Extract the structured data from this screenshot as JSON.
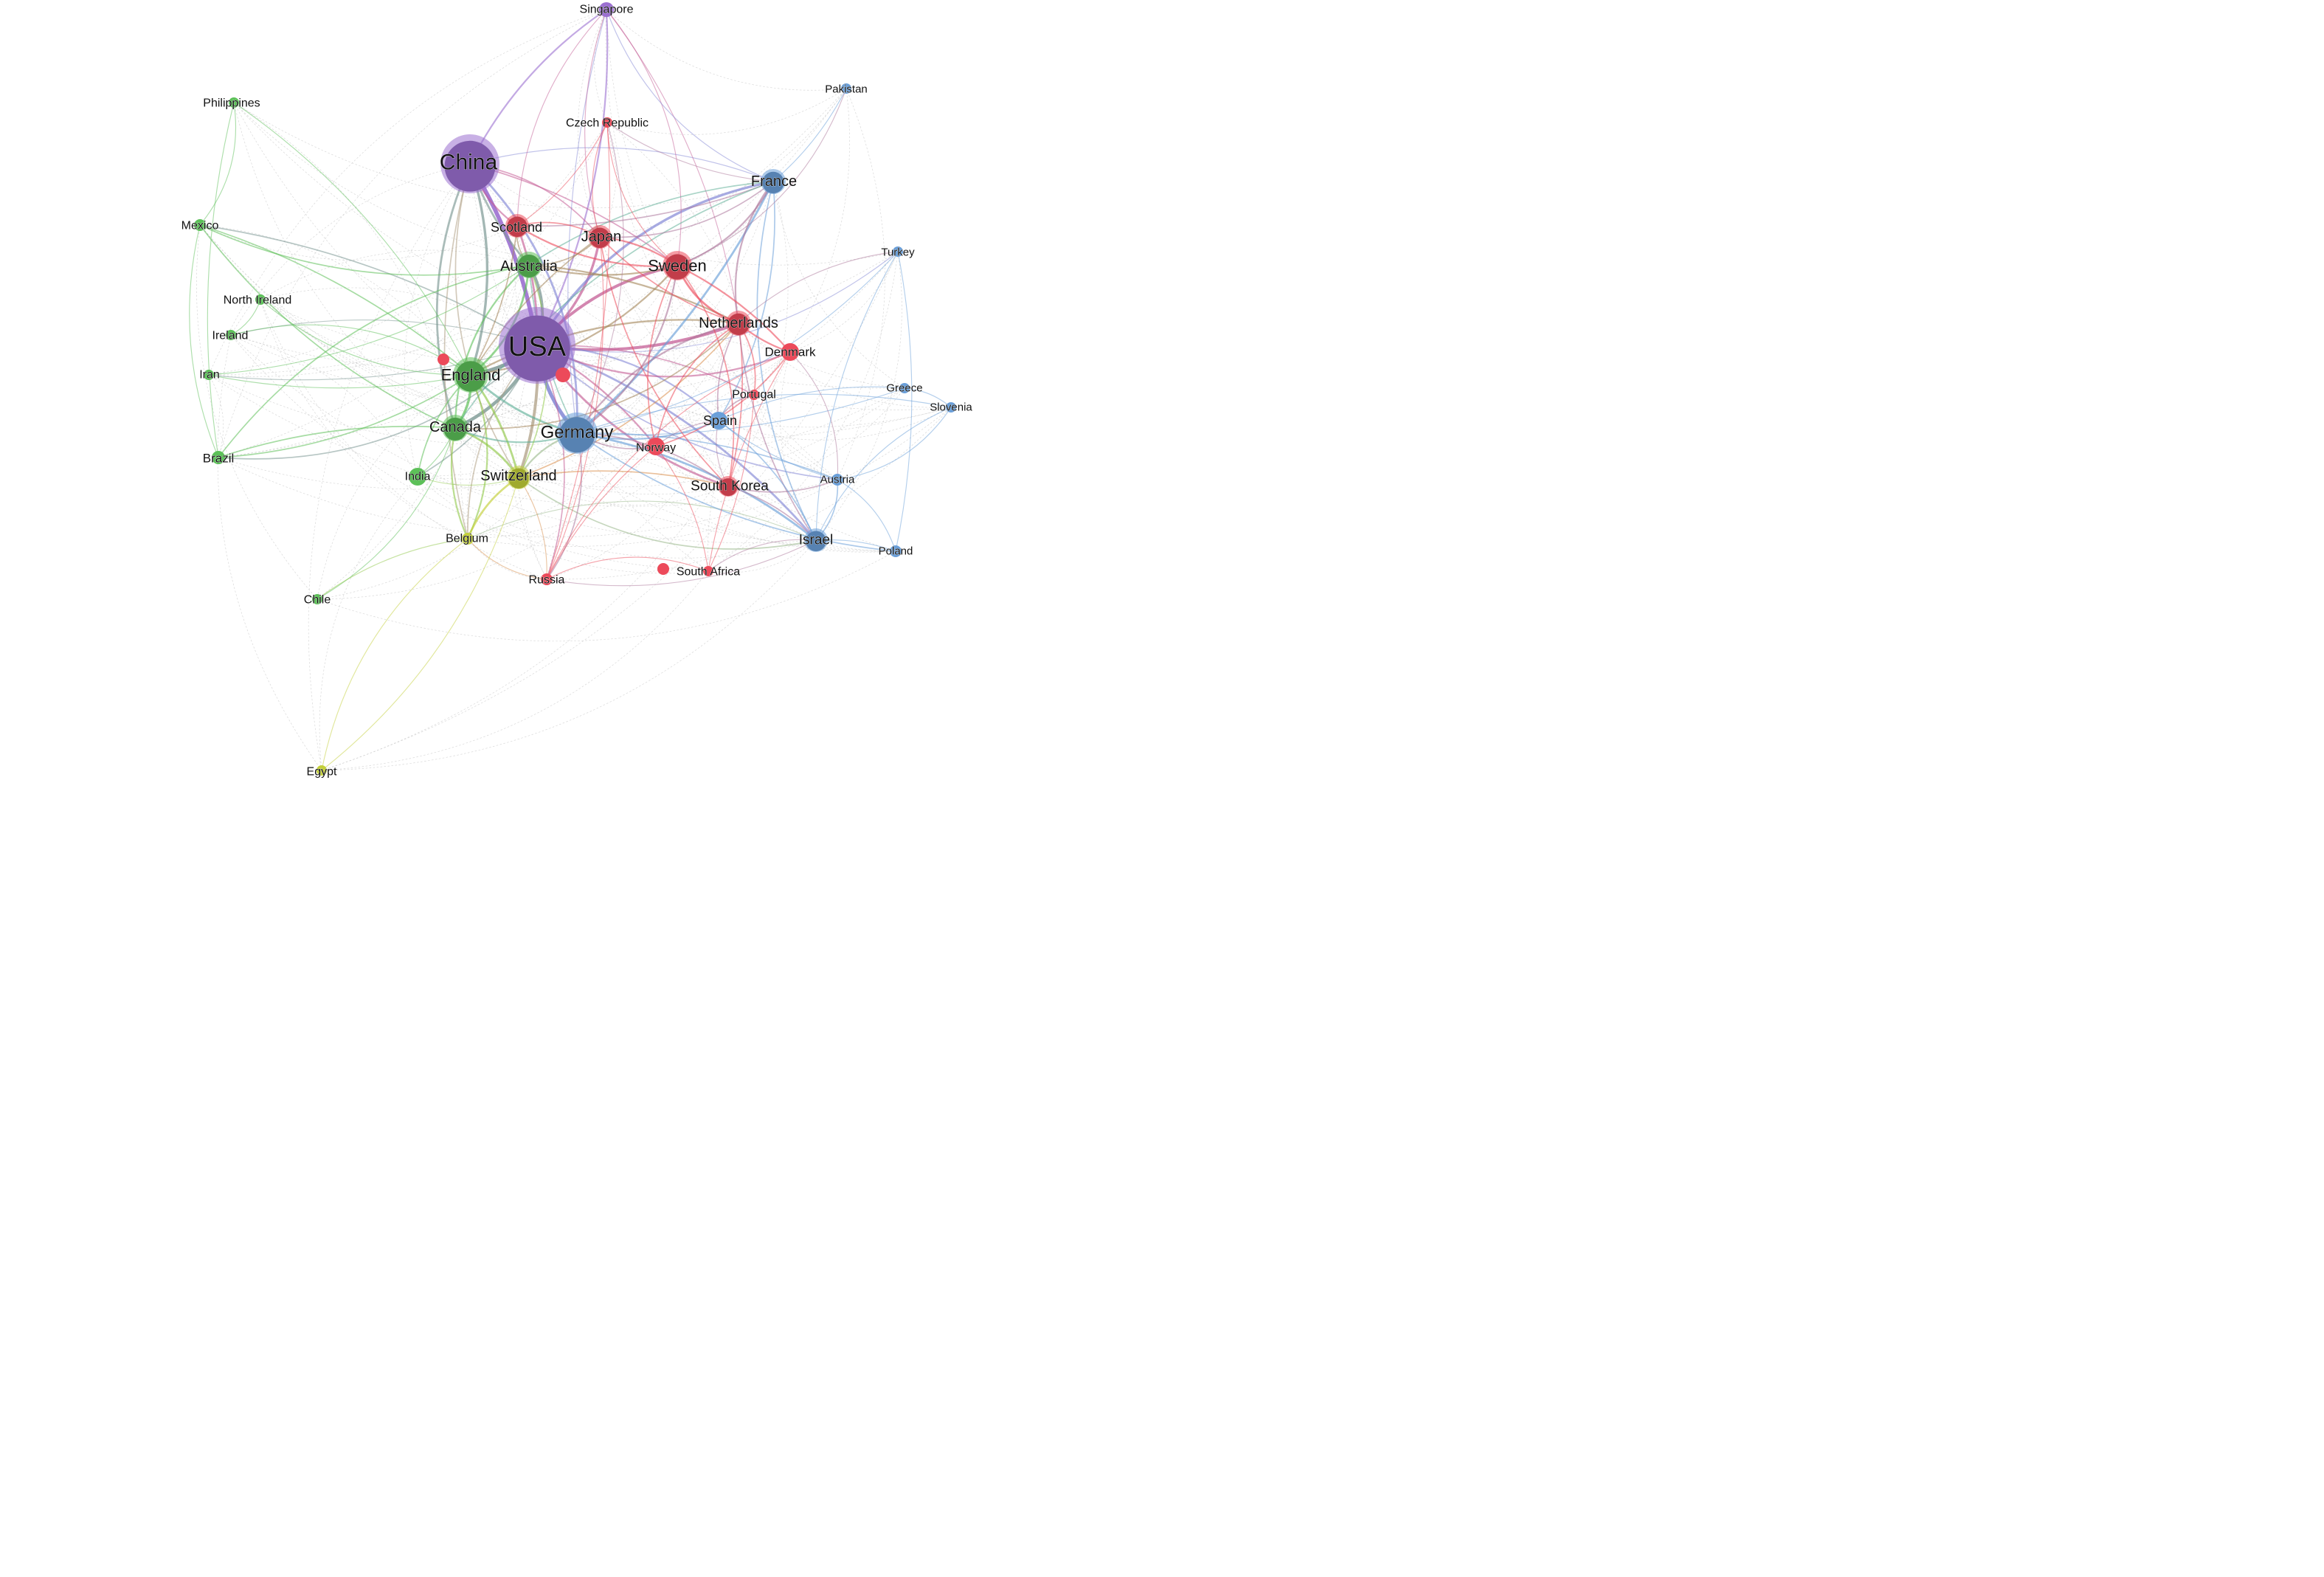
{
  "colors": {
    "purple": "#9b6fd0",
    "green": "#5cc058",
    "red": "#ec4a5a",
    "blue": "#6a9fd9",
    "yellow": "#c3cf38"
  },
  "nodes": [
    {
      "id": "USA",
      "label": "USA",
      "cluster": "purple",
      "weight": 10
    },
    {
      "id": "China",
      "label": "China",
      "cluster": "purple",
      "weight": 7
    },
    {
      "id": "Singapore",
      "label": "Singapore",
      "cluster": "purple",
      "weight": 1
    },
    {
      "id": "England",
      "label": "England",
      "cluster": "green",
      "weight": 5
    },
    {
      "id": "Canada",
      "label": "Canada",
      "cluster": "green",
      "weight": 4
    },
    {
      "id": "Australia",
      "label": "Australia",
      "cluster": "green",
      "weight": 4
    },
    {
      "id": "India",
      "label": "India",
      "cluster": "green",
      "weight": 2
    },
    {
      "id": "Brazil",
      "label": "Brazil",
      "cluster": "green",
      "weight": 1
    },
    {
      "id": "Mexico",
      "label": "Mexico",
      "cluster": "green",
      "weight": 1
    },
    {
      "id": "Philippines",
      "label": "Philippines",
      "cluster": "green",
      "weight": 1
    },
    {
      "id": "North Ireland",
      "label": "North Ireland",
      "cluster": "green",
      "weight": 1
    },
    {
      "id": "Ireland",
      "label": "Ireland",
      "cluster": "green",
      "weight": 1
    },
    {
      "id": "Iran",
      "label": "Iran",
      "cluster": "green",
      "weight": 1
    },
    {
      "id": "Chile",
      "label": "Chile",
      "cluster": "green",
      "weight": 1
    },
    {
      "id": "Switzerland",
      "label": "Switzerland",
      "cluster": "yellow",
      "weight": 4
    },
    {
      "id": "Belgium",
      "label": "Belgium",
      "cluster": "yellow",
      "weight": 1
    },
    {
      "id": "Egypt",
      "label": "Egypt",
      "cluster": "yellow",
      "weight": 1
    },
    {
      "id": "Japan",
      "label": "Japan",
      "cluster": "red",
      "weight": 3
    },
    {
      "id": "Scotland",
      "label": "Scotland",
      "cluster": "red",
      "weight": 3
    },
    {
      "id": "Sweden",
      "label": "Sweden",
      "cluster": "red",
      "weight": 4
    },
    {
      "id": "Netherlands",
      "label": "Netherlands",
      "cluster": "red",
      "weight": 4
    },
    {
      "id": "Denmark",
      "label": "Denmark",
      "cluster": "red",
      "weight": 2
    },
    {
      "id": "Portugal",
      "label": "Portugal",
      "cluster": "red",
      "weight": 1
    },
    {
      "id": "Norway",
      "label": "Norway",
      "cluster": "red",
      "weight": 2
    },
    {
      "id": "South Korea",
      "label": "South Korea",
      "cluster": "red",
      "weight": 3
    },
    {
      "id": "Russia",
      "label": "Russia",
      "cluster": "red",
      "weight": 1
    },
    {
      "id": "South Africa",
      "label": "South Africa",
      "cluster": "red",
      "weight": 1
    },
    {
      "id": "Czech Republic",
      "label": "Czech Republic",
      "cluster": "red",
      "weight": 1
    },
    {
      "id": "Germany",
      "label": "Germany",
      "cluster": "blue",
      "weight": 6
    },
    {
      "id": "France",
      "label": "France",
      "cluster": "blue",
      "weight": 4
    },
    {
      "id": "Spain",
      "label": "Spain",
      "cluster": "blue",
      "weight": 2
    },
    {
      "id": "Israel",
      "label": "Israel",
      "cluster": "blue",
      "weight": 3
    },
    {
      "id": "Austria",
      "label": "Austria",
      "cluster": "blue",
      "weight": 1
    },
    {
      "id": "Poland",
      "label": "Poland",
      "cluster": "blue",
      "weight": 1
    },
    {
      "id": "Greece",
      "label": "Greece",
      "cluster": "blue",
      "weight": 1
    },
    {
      "id": "Slovenia",
      "label": "Slovenia",
      "cluster": "blue",
      "weight": 1
    },
    {
      "id": "Turkey",
      "label": "Turkey",
      "cluster": "blue",
      "weight": 1
    },
    {
      "id": "Pakistan",
      "label": "Pakistan",
      "cluster": "blue",
      "weight": 1
    }
  ],
  "edges": [
    {
      "source": "USA",
      "target": "China",
      "weight": 9
    },
    {
      "source": "USA",
      "target": "England",
      "weight": 8
    },
    {
      "source": "USA",
      "target": "Germany",
      "weight": 8
    },
    {
      "source": "USA",
      "target": "Canada",
      "weight": 7
    },
    {
      "source": "USA",
      "target": "Australia",
      "weight": 6
    },
    {
      "source": "USA",
      "target": "Switzerland",
      "weight": 6
    },
    {
      "source": "USA",
      "target": "Netherlands",
      "weight": 6
    },
    {
      "source": "USA",
      "target": "Sweden",
      "weight": 6
    },
    {
      "source": "USA",
      "target": "Japan",
      "weight": 5
    },
    {
      "source": "USA",
      "target": "France",
      "weight": 5
    },
    {
      "source": "USA",
      "target": "Scotland",
      "weight": 4
    },
    {
      "source": "USA",
      "target": "Israel",
      "weight": 4
    },
    {
      "source": "USA",
      "target": "South Korea",
      "weight": 4
    },
    {
      "source": "USA",
      "target": "Spain",
      "weight": 3
    },
    {
      "source": "USA",
      "target": "Denmark",
      "weight": 3
    },
    {
      "source": "USA",
      "target": "Norway",
      "weight": 3
    },
    {
      "source": "USA",
      "target": "Singapore",
      "weight": 3
    },
    {
      "source": "USA",
      "target": "India",
      "weight": 2
    },
    {
      "source": "USA",
      "target": "Belgium",
      "weight": 2
    },
    {
      "source": "USA",
      "target": "Brazil",
      "weight": 2
    },
    {
      "source": "USA",
      "target": "Mexico",
      "weight": 2
    },
    {
      "source": "USA",
      "target": "Portugal",
      "weight": 2
    },
    {
      "source": "USA",
      "target": "Austria",
      "weight": 2
    },
    {
      "source": "USA",
      "target": "Russia",
      "weight": 2
    },
    {
      "source": "USA",
      "target": "Turkey",
      "weight": 1
    },
    {
      "source": "USA",
      "target": "Iran",
      "weight": 1
    },
    {
      "source": "USA",
      "target": "Ireland",
      "weight": 1
    },
    {
      "source": "China",
      "target": "England",
      "weight": 5
    },
    {
      "source": "China",
      "target": "Canada",
      "weight": 4
    },
    {
      "source": "China",
      "target": "Germany",
      "weight": 4
    },
    {
      "source": "China",
      "target": "Australia",
      "weight": 4
    },
    {
      "source": "China",
      "target": "Singapore",
      "weight": 3
    },
    {
      "source": "China",
      "target": "Scotland",
      "weight": 3
    },
    {
      "source": "China",
      "target": "Japan",
      "weight": 2
    },
    {
      "source": "China",
      "target": "Switzerland",
      "weight": 2
    },
    {
      "source": "China",
      "target": "Sweden",
      "weight": 2
    },
    {
      "source": "China",
      "target": "Belgium",
      "weight": 2
    },
    {
      "source": "China",
      "target": "France",
      "weight": 1
    },
    {
      "source": "Singapore",
      "target": "Scotland",
      "weight": 1
    },
    {
      "source": "Singapore",
      "target": "Sweden",
      "weight": 1
    },
    {
      "source": "Singapore",
      "target": "Germany",
      "weight": 1
    },
    {
      "source": "Singapore",
      "target": "Netherlands",
      "weight": 1
    },
    {
      "source": "Singapore",
      "target": "Japan",
      "weight": 1
    },
    {
      "source": "England",
      "target": "Canada",
      "weight": 5
    },
    {
      "source": "England",
      "target": "Australia",
      "weight": 4
    },
    {
      "source": "England",
      "target": "Switzerland",
      "weight": 4
    },
    {
      "source": "England",
      "target": "Germany",
      "weight": 4
    },
    {
      "source": "England",
      "target": "Netherlands",
      "weight": 3
    },
    {
      "source": "England",
      "target": "Sweden",
      "weight": 3
    },
    {
      "source": "England",
      "target": "Belgium",
      "weight": 3
    },
    {
      "source": "England",
      "target": "Mexico",
      "weight": 2
    },
    {
      "source": "England",
      "target": "Brazil",
      "weight": 2
    },
    {
      "source": "England",
      "target": "India",
      "weight": 2
    },
    {
      "source": "England",
      "target": "North Ireland",
      "weight": 1
    },
    {
      "source": "England",
      "target": "Ireland",
      "weight": 1
    },
    {
      "source": "England",
      "target": "Iran",
      "weight": 1
    },
    {
      "source": "England",
      "target": "Philippines",
      "weight": 1
    },
    {
      "source": "Canada",
      "target": "Switzerland",
      "weight": 4
    },
    {
      "source": "Canada",
      "target": "Germany",
      "weight": 3
    },
    {
      "source": "Canada",
      "target": "Australia",
      "weight": 3
    },
    {
      "source": "Canada",
      "target": "Brazil",
      "weight": 2
    },
    {
      "source": "Canada",
      "target": "Mexico",
      "weight": 2
    },
    {
      "source": "Canada",
      "target": "Belgium",
      "weight": 3
    },
    {
      "source": "Canada",
      "target": "Chile",
      "weight": 1
    },
    {
      "source": "Canada",
      "target": "Netherlands",
      "weight": 2
    },
    {
      "source": "Australia",
      "target": "Netherlands",
      "weight": 3
    },
    {
      "source": "Australia",
      "target": "Sweden",
      "weight": 3
    },
    {
      "source": "Australia",
      "target": "Mexico",
      "weight": 2
    },
    {
      "source": "Australia",
      "target": "Brazil",
      "weight": 2
    },
    {
      "source": "Australia",
      "target": "Switzerland",
      "weight": 2
    },
    {
      "source": "Australia",
      "target": "Germany",
      "weight": 2
    },
    {
      "source": "Australia",
      "target": "Iran",
      "weight": 1
    },
    {
      "source": "Switzerland",
      "target": "Belgium",
      "weight": 4
    },
    {
      "source": "Switzerland",
      "target": "Germany",
      "weight": 3
    },
    {
      "source": "Switzerland",
      "target": "Israel",
      "weight": 2
    },
    {
      "source": "Switzerland",
      "target": "South Korea",
      "weight": 2
    },
    {
      "source": "Switzerland",
      "target": "Netherlands",
      "weight": 2
    },
    {
      "source": "Switzerland",
      "target": "India",
      "weight": 1
    },
    {
      "source": "Belgium",
      "target": "Egypt",
      "weight": 1
    },
    {
      "source": "Belgium",
      "target": "Israel",
      "weight": 1
    },
    {
      "source": "Germany",
      "target": "France",
      "weight": 4
    },
    {
      "source": "Germany",
      "target": "Israel",
      "weight": 4
    },
    {
      "source": "Germany",
      "target": "Spain",
      "weight": 3
    },
    {
      "source": "Germany",
      "target": "Netherlands",
      "weight": 3
    },
    {
      "source": "Germany",
      "target": "Sweden",
      "weight": 3
    },
    {
      "source": "Germany",
      "target": "Austria",
      "weight": 2
    },
    {
      "source": "Germany",
      "target": "Poland",
      "weight": 2
    },
    {
      "source": "Germany",
      "target": "South Korea",
      "weight": 2
    },
    {
      "source": "Germany",
      "target": "Norway",
      "weight": 2
    },
    {
      "source": "Germany",
      "target": "Russia",
      "weight": 2
    },
    {
      "source": "Germany",
      "target": "Greece",
      "weight": 1
    },
    {
      "source": "Germany",
      "target": "Slovenia",
      "weight": 1
    },
    {
      "source": "Germany",
      "target": "Turkey",
      "weight": 1
    },
    {
      "source": "France",
      "target": "Sweden",
      "weight": 3
    },
    {
      "source": "France",
      "target": "Netherlands",
      "weight": 3
    },
    {
      "source": "France",
      "target": "Scotland",
      "weight": 2
    },
    {
      "source": "France",
      "target": "Australia",
      "weight": 2
    },
    {
      "source": "France",
      "target": "Spain",
      "weight": 2
    },
    {
      "source": "France",
      "target": "Israel",
      "weight": 2
    },
    {
      "source": "France",
      "target": "Singapore",
      "weight": 1
    },
    {
      "source": "France",
      "target": "Pakistan",
      "weight": 1
    },
    {
      "source": "France",
      "target": "Czech Republic",
      "weight": 1
    },
    {
      "source": "France",
      "target": "Canada",
      "weight": 2
    },
    {
      "source": "France",
      "target": "Japan",
      "weight": 2
    },
    {
      "source": "Sweden",
      "target": "Netherlands",
      "weight": 4
    },
    {
      "source": "Sweden",
      "target": "Denmark",
      "weight": 3
    },
    {
      "source": "Sweden",
      "target": "Japan",
      "weight": 3
    },
    {
      "source": "Sweden",
      "target": "Scotland",
      "weight": 3
    },
    {
      "source": "Sweden",
      "target": "Norway",
      "weight": 2
    },
    {
      "source": "Sweden",
      "target": "South Korea",
      "weight": 2
    },
    {
      "source": "Netherlands",
      "target": "Denmark",
      "weight": 3
    },
    {
      "source": "Netherlands",
      "target": "Japan",
      "weight": 2
    },
    {
      "source": "Netherlands",
      "target": "Spain",
      "weight": 2
    },
    {
      "source": "Netherlands",
      "target": "Portugal",
      "weight": 2
    },
    {
      "source": "Netherlands",
      "target": "Norway",
      "weight": 2
    },
    {
      "source": "Netherlands",
      "target": "South Korea",
      "weight": 2
    },
    {
      "source": "Netherlands",
      "target": "Israel",
      "weight": 2
    },
    {
      "source": "Netherlands",
      "target": "Turkey",
      "weight": 1
    },
    {
      "source": "Japan",
      "target": "Scotland",
      "weight": 2
    },
    {
      "source": "Japan",
      "target": "Australia",
      "weight": 2
    },
    {
      "source": "Japan",
      "target": "England",
      "weight": 2
    },
    {
      "source": "Japan",
      "target": "Russia",
      "weight": 1
    },
    {
      "source": "Japan",
      "target": "South Korea",
      "weight": 2
    },
    {
      "source": "Japan",
      "target": "Czech Republic",
      "weight": 1
    },
    {
      "source": "Scotland",
      "target": "Australia",
      "weight": 2
    },
    {
      "source": "Scotland",
      "target": "England",
      "weight": 2
    },
    {
      "source": "Scotland",
      "target": "Czech Republic",
      "weight": 1
    },
    {
      "source": "Denmark",
      "target": "Norway",
      "weight": 2
    },
    {
      "source": "Denmark",
      "target": "Russia",
      "weight": 1
    },
    {
      "source": "Denmark",
      "target": "Austria",
      "weight": 1
    },
    {
      "source": "Denmark",
      "target": "South Africa",
      "weight": 1
    },
    {
      "source": "South Korea",
      "target": "Israel",
      "weight": 2
    },
    {
      "source": "South Korea",
      "target": "Austria",
      "weight": 2
    },
    {
      "source": "South Korea",
      "target": "Spain",
      "weight": 1
    },
    {
      "source": "Israel",
      "target": "Austria",
      "weight": 2
    },
    {
      "source": "Israel",
      "target": "Poland",
      "weight": 1
    },
    {
      "source": "Israel",
      "target": "Spain",
      "weight": 2
    },
    {
      "source": "Israel",
      "target": "Russia",
      "weight": 1
    },
    {
      "source": "Israel",
      "target": "South Africa",
      "weight": 1
    },
    {
      "source": "Spain",
      "target": "Portugal",
      "weight": 2
    },
    {
      "source": "Spain",
      "target": "Austria",
      "weight": 1
    },
    {
      "source": "Spain",
      "target": "Greece",
      "weight": 1
    },
    {
      "source": "Spain",
      "target": "Norway",
      "weight": 1
    },
    {
      "source": "Austria",
      "target": "Poland",
      "weight": 1
    },
    {
      "source": "Austria",
      "target": "Slovenia",
      "weight": 1
    },
    {
      "source": "Turkey",
      "target": "Poland",
      "weight": 1
    },
    {
      "source": "Turkey",
      "target": "Israel",
      "weight": 1
    },
    {
      "source": "Greece",
      "target": "Slovenia",
      "weight": 1
    },
    {
      "source": "Slovenia",
      "target": "Israel",
      "weight": 1
    },
    {
      "source": "Pakistan",
      "target": "Sweden",
      "weight": 1
    },
    {
      "source": "Norway",
      "target": "Russia",
      "weight": 1
    },
    {
      "source": "Norway",
      "target": "South Africa",
      "weight": 1
    },
    {
      "source": "Russia",
      "target": "Switzerland",
      "weight": 1
    },
    {
      "source": "Russia",
      "target": "Belgium",
      "weight": 1
    },
    {
      "source": "South Africa",
      "target": "Russia",
      "weight": 1
    },
    {
      "source": "Portugal",
      "target": "South Africa",
      "weight": 1
    },
    {
      "source": "India",
      "target": "Canada",
      "weight": 1
    },
    {
      "source": "Brazil",
      "target": "Mexico",
      "weight": 1
    },
    {
      "source": "Ireland",
      "target": "North Ireland",
      "weight": 1
    },
    {
      "source": "Philippines",
      "target": "Mexico",
      "weight": 1
    },
    {
      "source": "Philippines",
      "target": "Brazil",
      "weight": 1
    },
    {
      "source": "Chile",
      "target": "Belgium",
      "weight": 1
    },
    {
      "source": "Egypt",
      "target": "Switzerland",
      "weight": 1
    },
    {
      "source": "Czech Republic",
      "target": "Germany",
      "weight": 1
    },
    {
      "source": "Czech Republic",
      "target": "Sweden",
      "weight": 1
    },
    {
      "source": "Czech Republic",
      "target": "Russia",
      "weight": 1
    }
  ]
}
